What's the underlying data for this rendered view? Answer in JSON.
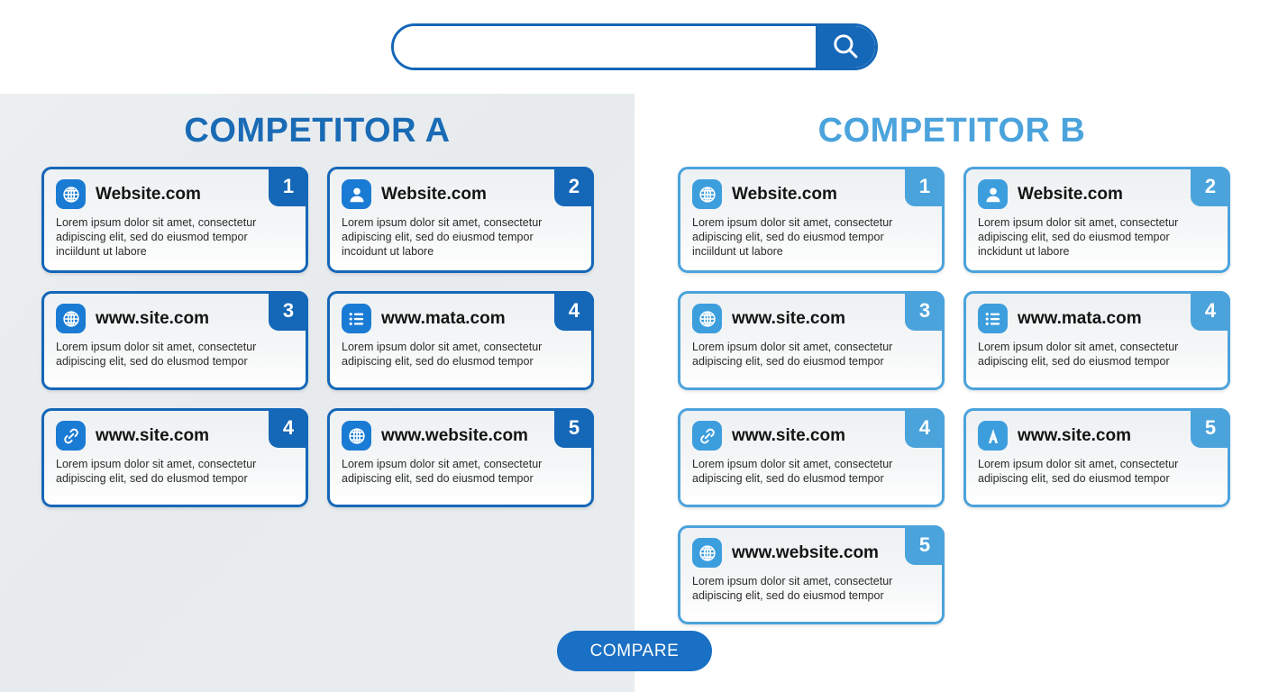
{
  "search": {
    "value": "",
    "placeholder": "",
    "button_icon": "search-icon"
  },
  "colors": {
    "competitor_a_accent": "#1567b8",
    "competitor_b_accent": "#4ba3dc",
    "panel_left_bg": "#e9edef",
    "panel_right_bg": "#ffffff",
    "compare_button_bg": "#1a70c4",
    "icon_tile_a": "#1a7bd4",
    "icon_tile_b": "#3d9ede"
  },
  "columns": [
    {
      "key": "a",
      "title": "COMPETITOR A",
      "cards": [
        {
          "badge": "1",
          "icon": "globe-icon",
          "title": "Website.com",
          "desc": "Lorem ipsum dolor sit amet, consectetur adipiscing elit, sed do eiusmod tempor inciildunt ut labore"
        },
        {
          "badge": "2",
          "icon": "person-icon",
          "title": "Website.com",
          "desc": "Lorem ipsum dolor sit amet, consectetur adipiscing elit, sed do eiusmod tempor incoidunt ut labore"
        },
        {
          "badge": "3",
          "icon": "globe-icon",
          "title": "www.site.com",
          "desc": "Lorem ipsum dolor sit amet, consectetur adipiscing elit, sed do elusmod tempor"
        },
        {
          "badge": "4",
          "icon": "list-icon",
          "title": "www.mata.com",
          "desc": "Lorem ipsum dolor sit amet, consectetur adipiscing elit, sed do elusmod tempor"
        },
        {
          "badge": "4",
          "icon": "link-icon",
          "title": "www.site.com",
          "desc": "Lorem ipsum dolor sit amet, consectetur adipiscing elit, sed do elusmod tempor"
        },
        {
          "badge": "5",
          "icon": "globe-icon",
          "title": "www.website.com",
          "desc": "Lorem ipsum dolor sit amet, consectetur adipiscing elit, sed do eiusmod tempor"
        }
      ]
    },
    {
      "key": "b",
      "title": "COMPETITOR B",
      "cards": [
        {
          "badge": "1",
          "icon": "globe-icon",
          "title": "Website.com",
          "desc": "Lorem ipsum dolor sit amet, consectetur adipiscing elit, sed do eiusmod tempor inciildunt ut labore"
        },
        {
          "badge": "2",
          "icon": "person-icon",
          "title": "Website.com",
          "desc": "Lorem ipsum dolor sit amet, consectetur adipiscing elit, sed do eiusmod tempor inckidunt ut labore"
        },
        {
          "badge": "3",
          "icon": "globe-icon",
          "title": "www.site.com",
          "desc": "Lorem ipsum dolor sit amet, consectetur adipiscing elit, sed do eiusmod tempor"
        },
        {
          "badge": "4",
          "icon": "list-icon",
          "title": "www.mata.com",
          "desc": "Lorem ipsum dolor sit amet, consectetur adipiscing elit, sed do eiusmod tempor"
        },
        {
          "badge": "4",
          "icon": "link-icon",
          "title": "www.site.com",
          "desc": "Lorem ipsum dolor sit amet, consectetur adipiscing elit, sed do elusmod tempor"
        },
        {
          "badge": "5",
          "icon": "appstore-icon",
          "title": "www.site.com",
          "desc": "Lorem ipsum dolor sit amet, consectetur adipiscing elit, sed do eiusmod tempor"
        },
        {
          "badge": "5",
          "icon": "globe-icon",
          "title": "www.website.com",
          "desc": "Lorem ipsum dolor sit amet, consectetur adipiscing elit, sed do eiusmod tempor"
        }
      ]
    }
  ],
  "compare": {
    "label": "COMPARE"
  }
}
